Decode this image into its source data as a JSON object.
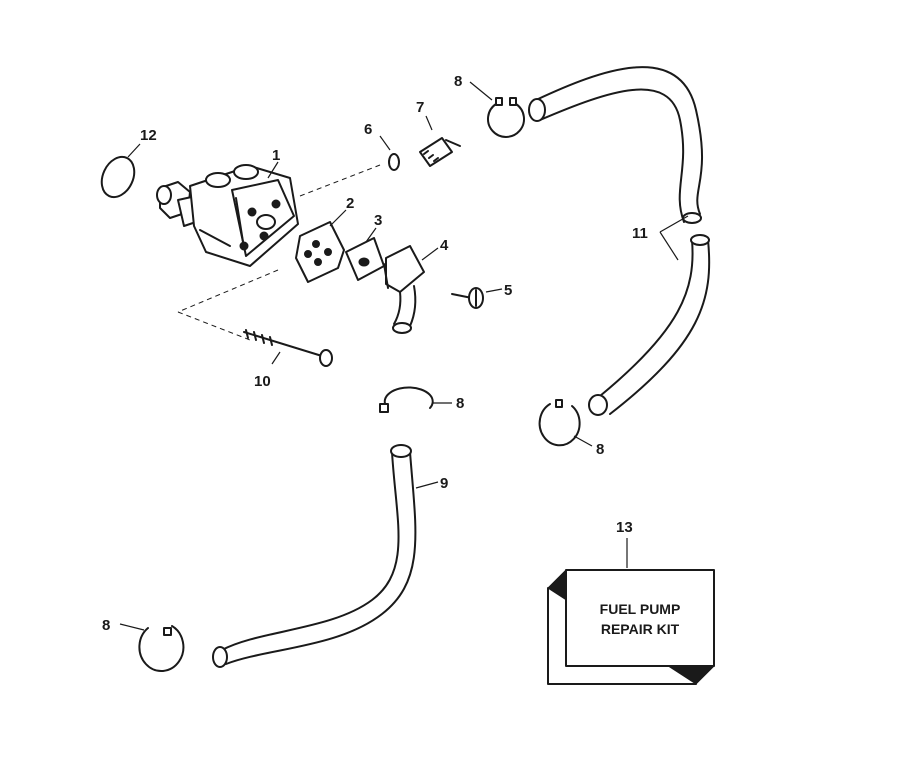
{
  "callouts": [
    {
      "id": "c1",
      "label": "1"
    },
    {
      "id": "c2",
      "label": "2"
    },
    {
      "id": "c3",
      "label": "3"
    },
    {
      "id": "c4",
      "label": "4"
    },
    {
      "id": "c5",
      "label": "5"
    },
    {
      "id": "c6",
      "label": "6"
    },
    {
      "id": "c7",
      "label": "7"
    },
    {
      "id": "c8a",
      "label": "8"
    },
    {
      "id": "c8b",
      "label": "8"
    },
    {
      "id": "c8c",
      "label": "8"
    },
    {
      "id": "c8d",
      "label": "8"
    },
    {
      "id": "c9",
      "label": "9"
    },
    {
      "id": "c10",
      "label": "10"
    },
    {
      "id": "c11",
      "label": "11"
    },
    {
      "id": "c12",
      "label": "12"
    },
    {
      "id": "c13",
      "label": "13"
    }
  ],
  "kit": {
    "line1": "FUEL PUMP",
    "line2": "REPAIR KIT"
  }
}
